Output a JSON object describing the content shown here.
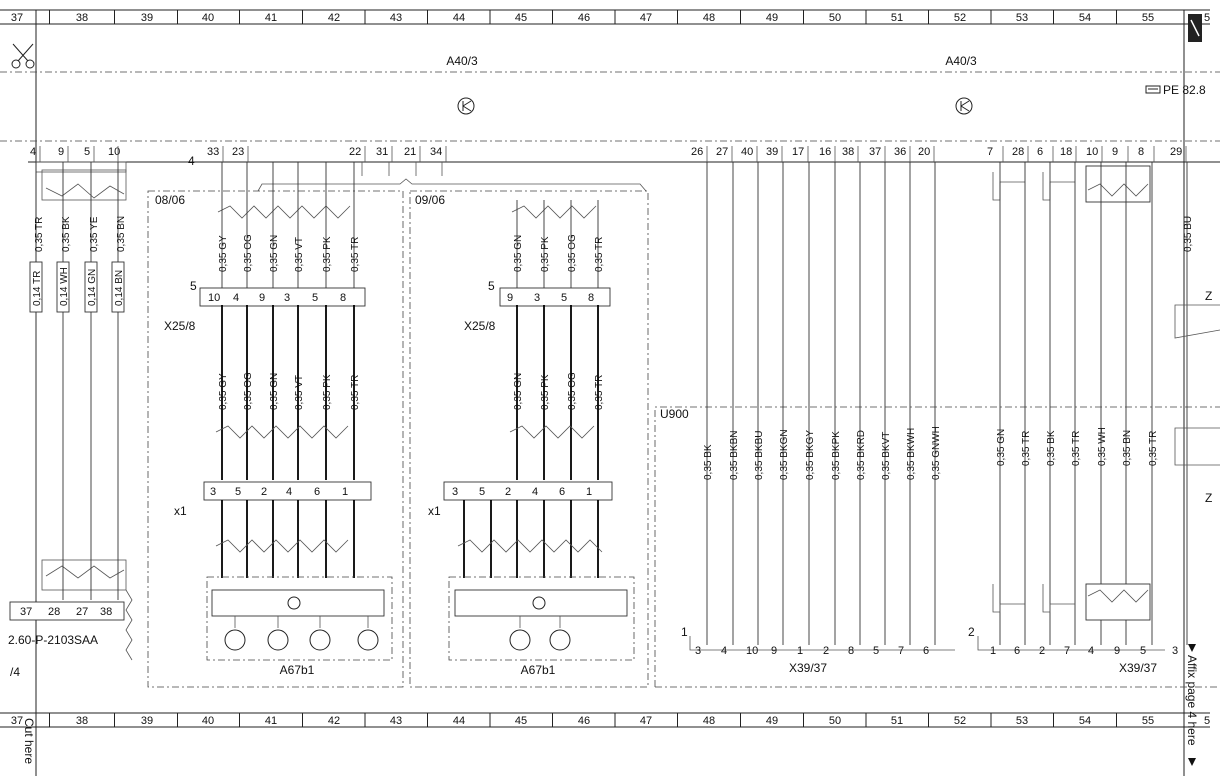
{
  "ruler": {
    "numbers": [
      "37",
      "38",
      "39",
      "40",
      "41",
      "42",
      "43",
      "44",
      "45",
      "46",
      "47",
      "48",
      "49",
      "50",
      "51",
      "52",
      "53",
      "54",
      "55"
    ],
    "edge_glyph": "5"
  },
  "modules": {
    "top_left": "A40/3",
    "top_right": "A40/3",
    "ref": "PE 82.8"
  },
  "left": {
    "pins": [
      "4",
      "9",
      "5",
      "10"
    ],
    "wire_labels_top": [
      "0,35 TR",
      "0,35 BK",
      "0,35 YE",
      "0,35 BN"
    ],
    "wire_labels_bot": [
      "0,14 TR",
      "0,14 WH",
      "0,14 GN",
      "0,14 BN"
    ],
    "bottom_pins": [
      "37",
      "28",
      "27",
      "38"
    ],
    "ground_point": "2.60-P-2103SAA",
    "edge_text": "/4"
  },
  "top_pins_a": [
    "33",
    "23",
    "22",
    "31",
    "21",
    "34"
  ],
  "top_pins_b": [
    "26",
    "27",
    "40",
    "39",
    "17",
    "16",
    "38",
    "37",
    "36",
    "20",
    "7",
    "28",
    "6",
    "18",
    "10",
    "9",
    "8",
    "29"
  ],
  "side_label_4": "4",
  "section1": {
    "ref": "08/06",
    "wires_top": [
      "0,35 GY",
      "0,35 OG",
      "0,35 GN",
      "0,35 VT",
      "0,35 PK",
      "0,35 TR"
    ],
    "conn_label": "X25/8",
    "conn_side": "5",
    "conn_pins": [
      "10",
      "4",
      "9",
      "3",
      "5",
      "8"
    ],
    "wires_mid": [
      "0,35 GY",
      "0,35 OG",
      "0,35 GN",
      "0,35 VT",
      "0,35 PK",
      "0,35 TR"
    ],
    "x1_label": "x1",
    "x1_pins": [
      "3",
      "5",
      "2",
      "4",
      "6",
      "1"
    ],
    "component": "A67b1"
  },
  "section2": {
    "ref": "09/06",
    "wires_top": [
      "0,35 GN",
      "0,35 PK",
      "0,35 OG",
      "0,35 TR"
    ],
    "conn_label": "X25/8",
    "conn_side": "5",
    "conn_pins": [
      "9",
      "3",
      "5",
      "8"
    ],
    "wires_mid": [
      "0,35 GN",
      "0,35 PK",
      "0,35 OG",
      "0,35 TR"
    ],
    "x1_label": "x1",
    "x1_pins": [
      "3",
      "5",
      "2",
      "4",
      "6",
      "1"
    ],
    "component": "A67b1"
  },
  "section3": {
    "label": "U900",
    "wires": [
      "0,35 BK",
      "0,35 BKBN",
      "0,35 BKBU",
      "0,35 BKGN",
      "0,35 BKGY",
      "0,35 BKPK",
      "0,35 BKRD",
      "0,35 BKVT",
      "0,35 BKWH",
      "0,35 GNWH"
    ],
    "conn_pins": [
      "3",
      "4",
      "10",
      "9",
      "1",
      "2",
      "8",
      "5",
      "7",
      "6"
    ],
    "conn_side": "1",
    "conn_label": "X39/37"
  },
  "section4": {
    "wires": [
      "0,35 GN",
      "0,35 TR",
      "0,35 BK",
      "0,35 TR",
      "0,35 WH",
      "0,35 BN",
      "0,35 TR"
    ],
    "conn_pins": [
      "1",
      "6",
      "2",
      "7",
      "4",
      "9",
      "5",
      "3"
    ],
    "conn_side": "2",
    "conn_label": "X39/37",
    "right_wire": "0,35 BU",
    "z_labels": [
      "Z",
      "Z"
    ]
  },
  "cut_here": "Cut here",
  "affix": "Affix page 4 here"
}
